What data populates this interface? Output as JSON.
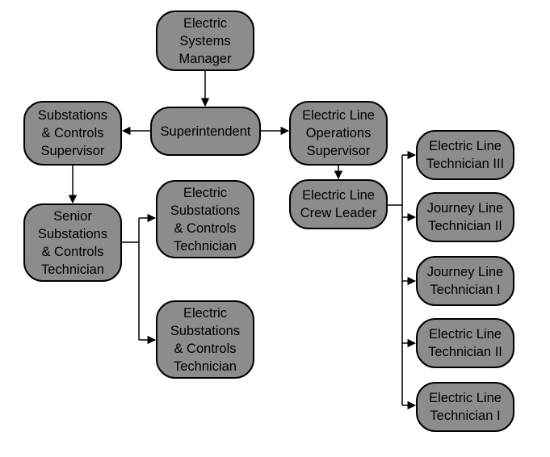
{
  "nodes": {
    "manager": "Electric\nSystems\nManager",
    "superintendent": "Superintendent",
    "substations_supervisor": "Substations\n& Controls\nSupervisor",
    "line_ops_supervisor": "Electric Line\nOperations\nSupervisor",
    "senior_technician": "Senior\nSubstations\n& Controls\nTechnician",
    "substations_technician_1": "Electric\nSubstations\n& Controls\nTechnician",
    "substations_technician_2": "Electric\nSubstations\n& Controls\nTechnician",
    "crew_leader": "Electric Line\nCrew Leader",
    "line_technician_3": "Electric Line\nTechnician III",
    "journey_technician_2": "Journey Line\nTechnician II",
    "journey_technician_1": "Journey Line\nTechnician I",
    "line_technician_2": "Electric Line\nTechnician II",
    "line_technician_1": "Electric Line\nTechnician I"
  },
  "colors": {
    "node_fill": "#8c8c8c",
    "node_border": "#000000",
    "connector": "#000000"
  }
}
